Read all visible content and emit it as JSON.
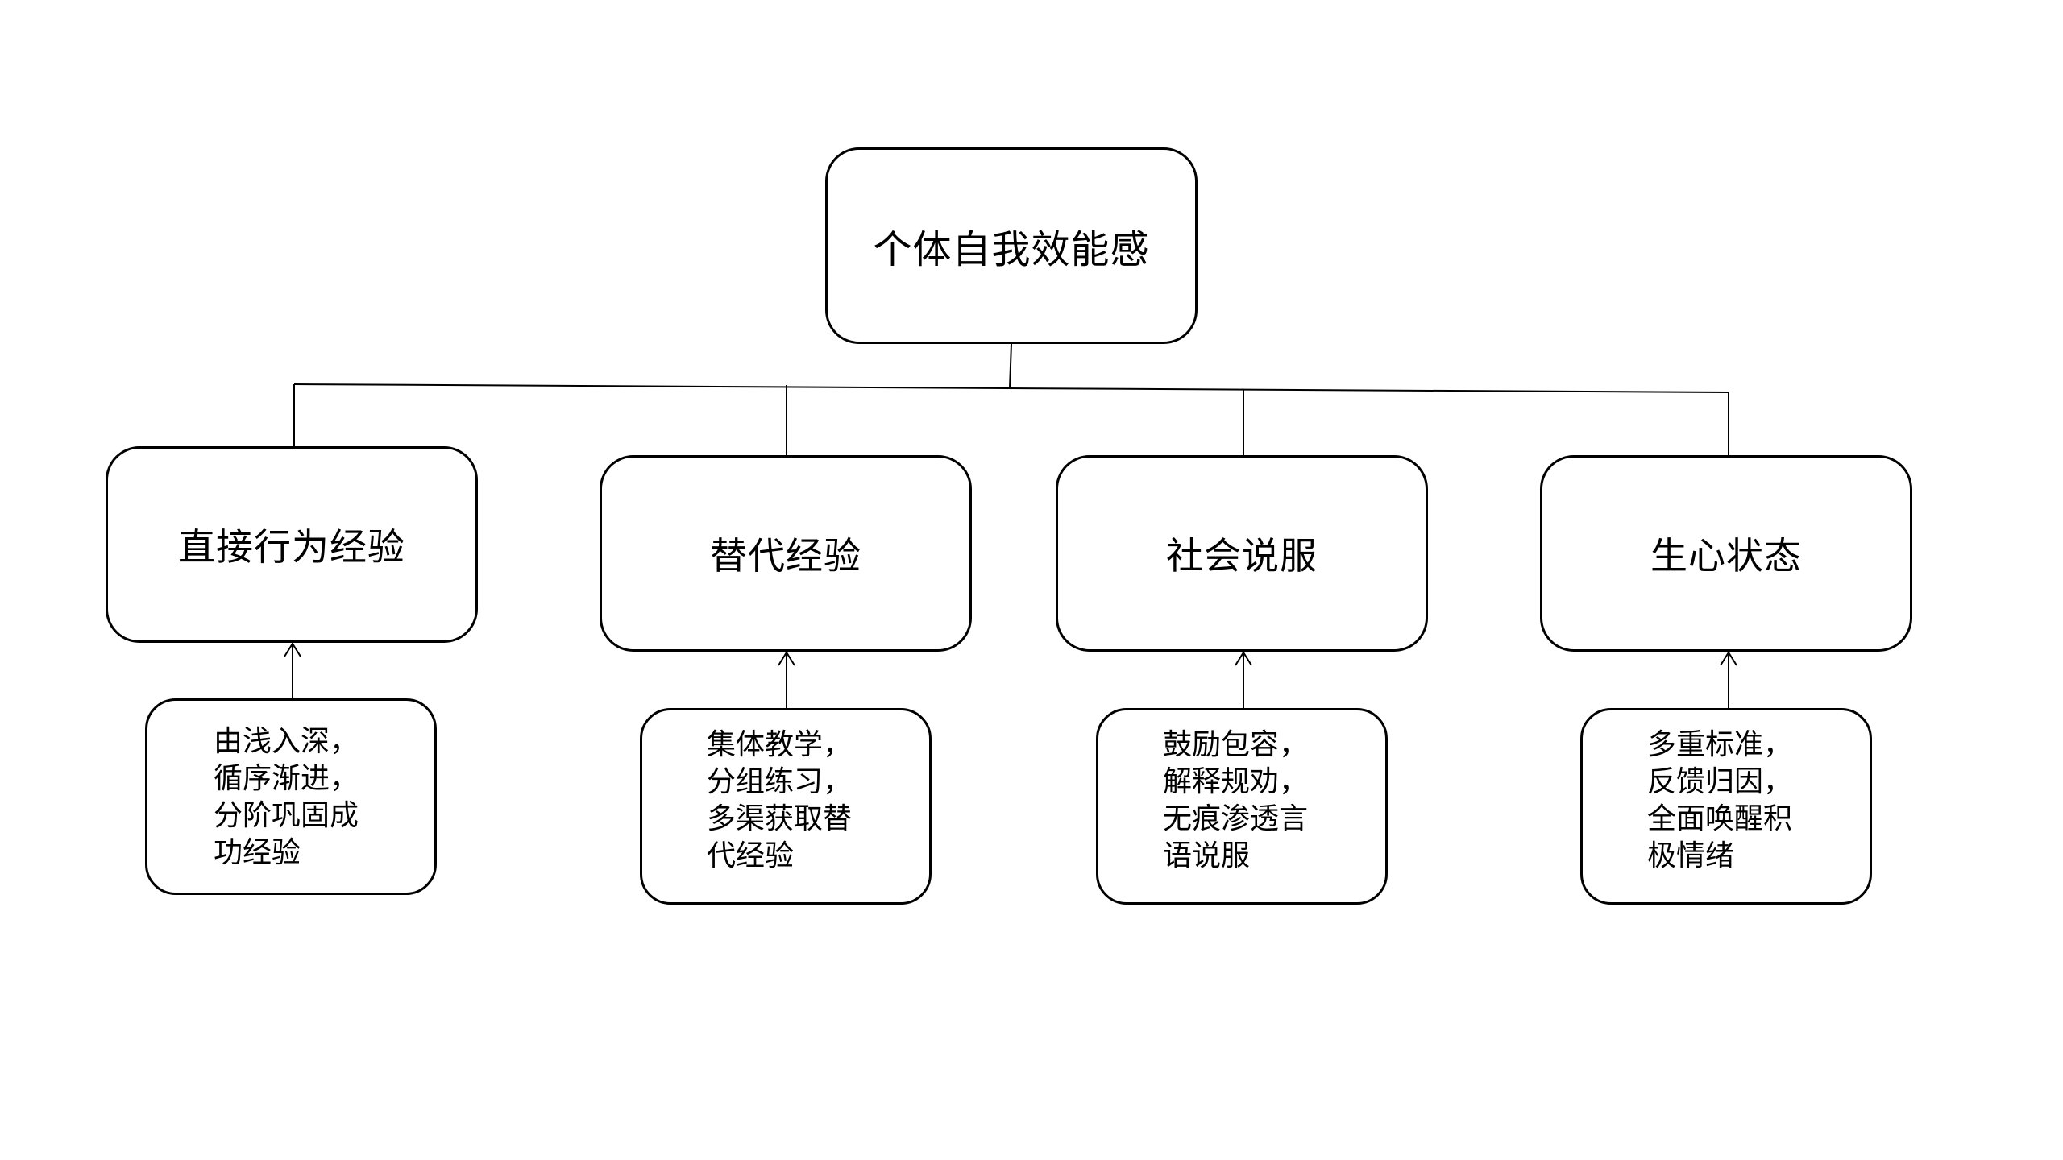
{
  "root": {
    "label": "个体自我效能感"
  },
  "categories": [
    {
      "label": "直接行为经验",
      "note": [
        "由浅入深，",
        "循序渐进，",
        "分阶巩固成",
        "功经验"
      ]
    },
    {
      "label": "替代经验",
      "note": [
        "集体教学，",
        "分组练习，",
        "多渠获取替",
        "代经验"
      ]
    },
    {
      "label": "社会说服",
      "note": [
        "鼓励包容，",
        "解释规劝，",
        "无痕渗透言",
        "语说服"
      ]
    },
    {
      "label": "生心状态",
      "note": [
        "多重标准，",
        "反馈归因，",
        "全面唤醒积",
        "极情绪"
      ]
    }
  ],
  "colors": {
    "stroke": "#000000",
    "background": "#ffffff"
  }
}
